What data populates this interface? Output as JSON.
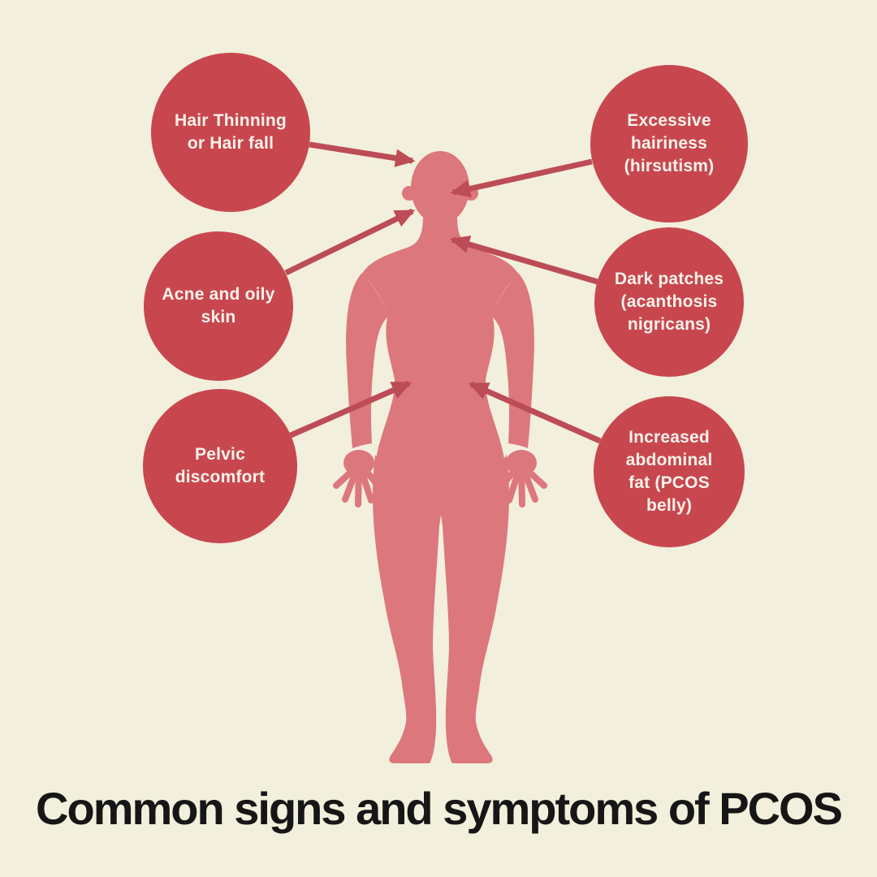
{
  "title": {
    "text": "Common signs and symptoms of PCOS"
  },
  "colors": {
    "background": "#f2efdc",
    "bubble": "#c8474f",
    "bubble_text": "#f8f2ea",
    "body": "#dc777d",
    "arrow": "#bc4c56",
    "title_text": "#161616"
  },
  "figure": {
    "name": "female-body-silhouette"
  },
  "symptoms": [
    {
      "id": "hair-thinning",
      "position": "top-left",
      "points_to": "scalp",
      "text": "Hair Thinning\nor Hair fall"
    },
    {
      "id": "excessive-hairiness",
      "position": "top-right",
      "points_to": "face",
      "text": "Excessive\nhairiness\n(hirsutism)"
    },
    {
      "id": "acne-oily-skin",
      "position": "middle-left",
      "points_to": "cheek",
      "text": "Acne and oily\nskin"
    },
    {
      "id": "dark-patches",
      "position": "middle-right",
      "points_to": "neck",
      "text": "Dark patches\n(acanthosis\nnigricans)"
    },
    {
      "id": "pelvic-discomfort",
      "position": "bottom-left",
      "points_to": "abdomen",
      "text": "Pelvic\ndiscomfort"
    },
    {
      "id": "increased-abdominal-fat",
      "position": "bottom-right",
      "points_to": "abdomen",
      "text": "Increased\nabdominal\nfat (PCOS\nbelly)"
    }
  ]
}
